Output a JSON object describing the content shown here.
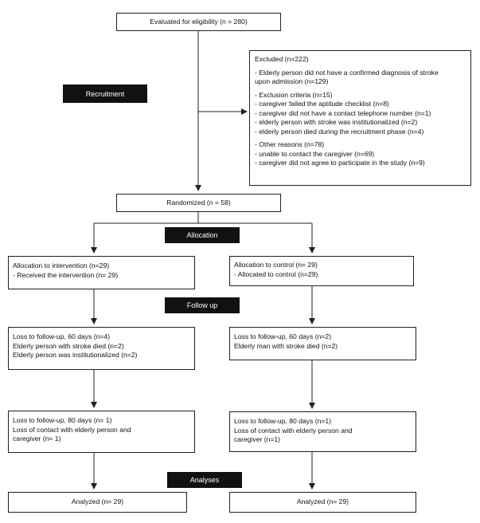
{
  "boxes": {
    "eligibility": "Evaluated for eligibility (n = 280)",
    "excluded": {
      "title": "Excluded (n=222)",
      "group1": [
        "- Elderly person did not have a confirmed diagnosis of stroke",
        "upon admission (n=129)"
      ],
      "group2": [
        "- Exclusion criteria (n=15)",
        "- caregiver failed the aptitude checklist (n=8)",
        "- caregiver did not have a contact telephone number (n=1)",
        "- elderly person with stroke was institutionalized (n=2)",
        "- elderly person died during the recruitment phase (n=4)"
      ],
      "group3": [
        "- Other reasons (n=78)",
        "- unable to contact the caregiver (n=69)",
        "- caregiver did not agree to participate in the study (n=9)"
      ]
    },
    "randomized": "Randomized (n = 58)",
    "intervention_alloc": [
      "Allocation to intervention (n=29)",
      "- Received the intervention (n= 29)"
    ],
    "control_alloc": [
      "Allocation to control (n= 29)",
      "- Allocated to control (n=29)"
    ],
    "intervention_fu60": [
      "Loss to follow-up, 60 days (n=4)",
      "Elderly person with stroke died (n=2)",
      "Elderly person was institutionalized (n=2)"
    ],
    "control_fu60": [
      "Loss to follow-up, 60 days (n=2)",
      "Elderly man with stroke died (n=2)"
    ],
    "intervention_fu80": [
      "Loss to follow-up, 80 days (n= 1)",
      "Loss of contact with elderly person and",
      "caregiver (n= 1)"
    ],
    "control_fu80": [
      "Loss to follow-up, 80 days (n=1)",
      "Loss of contact with elderly person and",
      "caregiver (n=1)"
    ],
    "intervention_analyzed": "Analyzed (n= 29)",
    "control_analyzed": "Analyzed (n= 29)"
  },
  "stages": {
    "recruitment": "Recruitment",
    "allocation": "Allocation",
    "follow_up": "Follow up",
    "analyses": "Analyses"
  }
}
